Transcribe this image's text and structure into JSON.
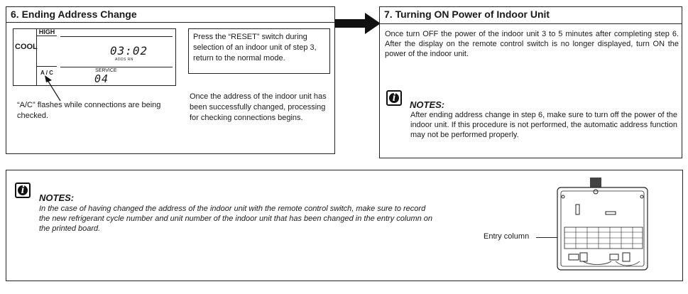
{
  "section6": {
    "title": "6. Ending Address Change",
    "lcd": {
      "mode": "COOL",
      "fan": "HIGH",
      "address": "03:02",
      "address_sub": "ADDS RN",
      "ac_label": "A / C",
      "service_label": "SERVICE",
      "service_code": "04"
    },
    "reset_note": "Press the “RESET” switch during selection of an indoor unit of step 3, return to the normal mode.",
    "ac_flash_note": "“A/C” flashes while connections are being checked.",
    "process_note": "Once the address of the indoor unit has been successfully changed, processing for checking connections begins."
  },
  "section7": {
    "title": "7. Turning ON Power of Indoor Unit",
    "body": "Once turn OFF the power of the indoor unit 3 to 5 minutes after completing step 6.  After the display on the remote control switch is no longer displayed, turn ON the power of the indoor unit.",
    "notes_title": "NOTES:",
    "notes_text": "After ending address change in step 6, make sure to turn off the power of the indoor unit.  If this procedure is not performed,  the automatic address function may not be performed properly."
  },
  "bottom_notes": {
    "title": "NOTES:",
    "text": "In the case of having changed the address of the indoor unit with the remote control switch, make sure to record the new refrigerant cycle number and unit number of the indoor unit that has been changed in the entry column on the printed board.",
    "entry_label": "Entry column"
  },
  "icons": {
    "info": "info-icon",
    "arrow": "arrow-right-icon"
  }
}
